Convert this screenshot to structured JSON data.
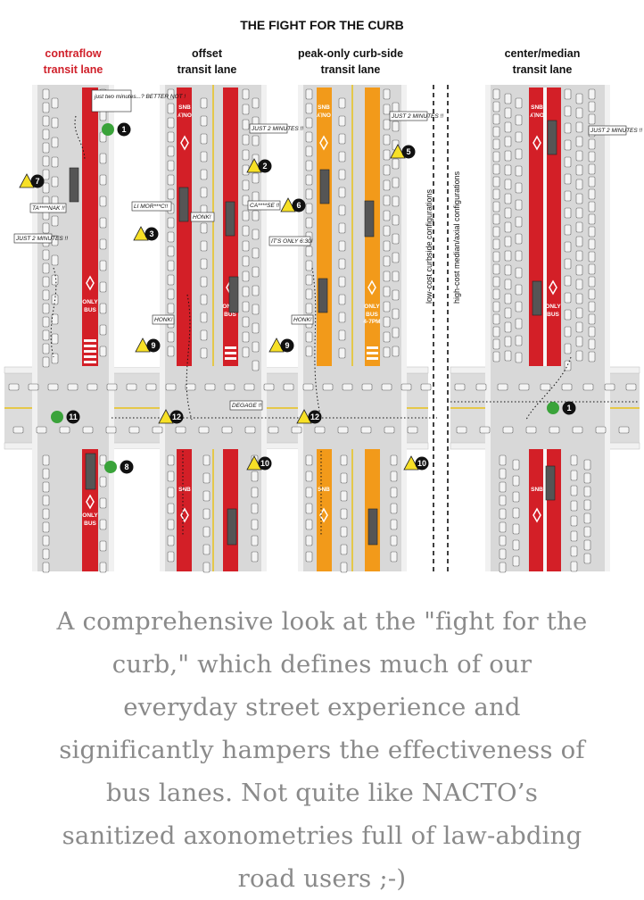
{
  "title": "THE FIGHT FOR THE CURB",
  "columns": [
    {
      "line1": "contraflow",
      "line2": "transit lane",
      "highlight": true
    },
    {
      "line1": "offset",
      "line2": "transit lane",
      "highlight": false
    },
    {
      "line1": "peak-only curb-side",
      "line2": "transit lane",
      "highlight": false
    },
    {
      "line1": "center/median",
      "line2": "transit lane",
      "highlight": false
    }
  ],
  "divider_labels": {
    "low_cost": "low-cost curbside configurations",
    "high_cost": "high-cost median/axial configurations"
  },
  "lane_markings": {
    "only": "ONLY",
    "bus": "BUS",
    "bus_reversed": "SNB",
    "only_reversed": "ʎ˥NO",
    "peak_hours": "4-7PM"
  },
  "bubbles": [
    "just two minutes...? BETTER NOT !",
    "TA****NAK !!",
    "JUST 2 MINUTES !!",
    "LI MOR***C!!",
    "HONK!",
    "CA****SE !!",
    "JUST 2 MINUTES !!",
    "HONK!",
    "DEGAGE !!",
    "JUST 2 MINUTES !!",
    "IT'S ONLY 6:30!",
    "HONK!",
    "JUST 2 MINUTES !!"
  ],
  "badges": [
    "1",
    "2",
    "3",
    "5",
    "6",
    "7",
    "8",
    "9",
    "9",
    "10",
    "10",
    "11",
    "12",
    "12",
    "1"
  ],
  "caption": "A comprehensive look at the \"fight for the curb,\" which defines much of our everyday street experience and significantly hampers the effectiveness of bus lanes. Not quite like NACTO’s sanitized axonometries full of law-abding road users ;-)"
}
